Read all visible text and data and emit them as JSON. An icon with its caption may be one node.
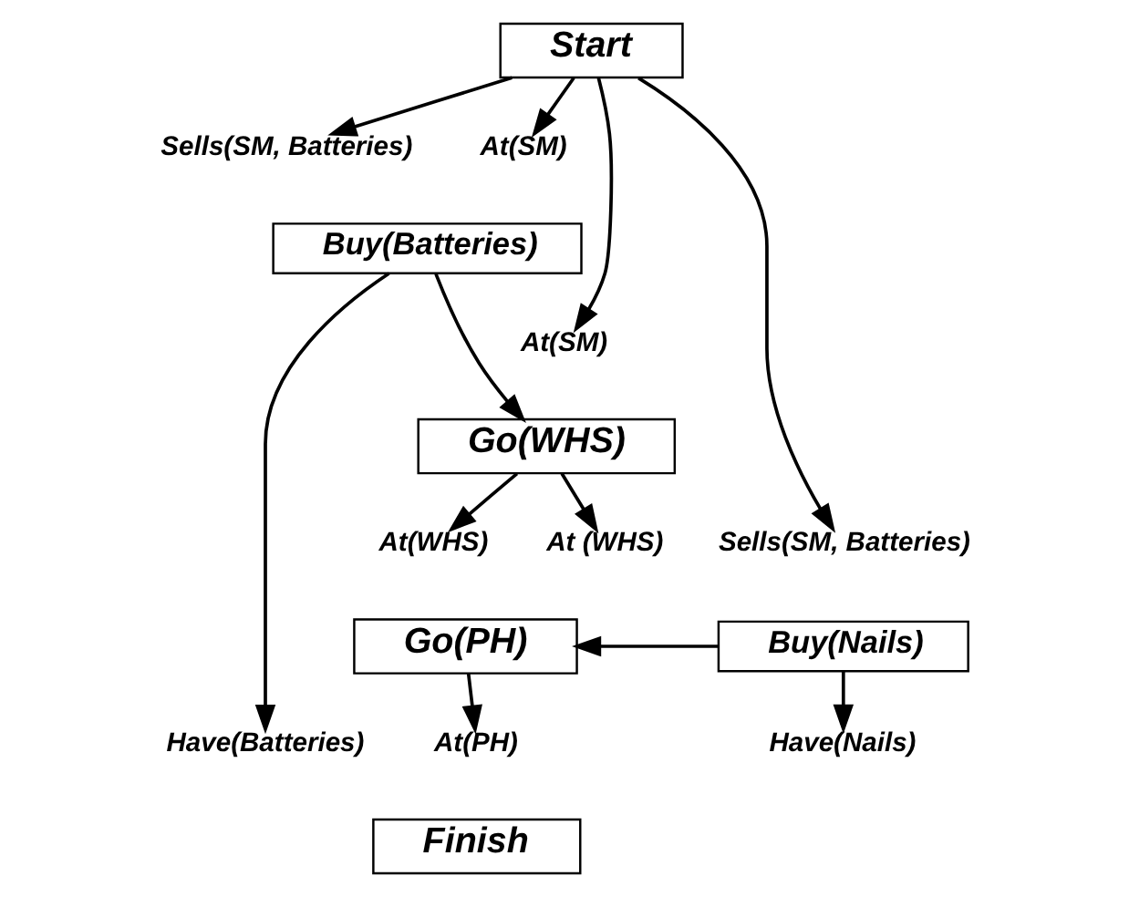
{
  "diagram": {
    "nodes": [
      {
        "text": [
          "Start"
        ]
      },
      {
        "text": [
          "Sells(SM, Batteries)"
        ]
      },
      {
        "text": [
          "At(SM)"
        ]
      },
      {
        "text": [
          "Buy(Batteries)"
        ]
      },
      {
        "text": [
          "At(SM)"
        ]
      },
      {
        "text": [
          "Go(WHS)"
        ]
      },
      {
        "text": [
          "At(WHS)"
        ]
      },
      {
        "text": [
          "At (WHS)"
        ]
      },
      {
        "text": [
          "Sells(SM, Batteries)"
        ]
      },
      {
        "text": [
          "Go(PH)"
        ]
      },
      {
        "text": [
          "Buy(Nails)"
        ]
      },
      {
        "text": [
          "Have(Batteries)"
        ]
      },
      {
        "text": [
          "At(PH)"
        ]
      },
      {
        "text": [
          "Have(Nails)"
        ]
      },
      {
        "text": [
          "Finish"
        ]
      }
    ],
    "edges": [
      {
        "from": 0,
        "to": 1,
        "arrow": "to"
      },
      {
        "from": 0,
        "to": 2,
        "arrow": "to"
      },
      {
        "from": 0,
        "to": 4,
        "arrow": "to"
      },
      {
        "from": 0,
        "to": 8,
        "arrow": "to"
      },
      {
        "from": 3,
        "to": 5,
        "arrow": "to"
      },
      {
        "from": 5,
        "to": 6,
        "arrow": "to"
      },
      {
        "from": 5,
        "to": 7,
        "arrow": "to"
      },
      {
        "from": 10,
        "to": 9,
        "arrow": "to"
      },
      {
        "from": 9,
        "to": 12,
        "arrow": "to"
      },
      {
        "from": 3,
        "to": 11,
        "arrow": "to"
      },
      {
        "from": 10,
        "to": 13,
        "arrow": "to"
      }
    ]
  }
}
